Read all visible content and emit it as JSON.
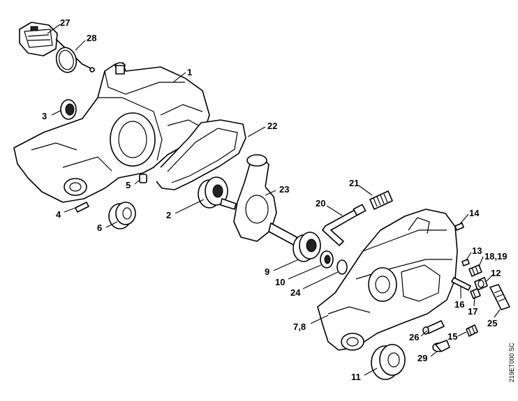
{
  "callouts": {
    "p1": "1",
    "p2": "2",
    "p3": "3",
    "p4": "4",
    "p5": "5",
    "p6": "6",
    "p7_8": "7,8",
    "p9": "9",
    "p10": "10",
    "p11": "11",
    "p12": "12",
    "p13": "13",
    "p14": "14",
    "p15": "15",
    "p16": "16",
    "p17": "17",
    "p18_19": "18,19",
    "p20": "20",
    "p21": "21",
    "p22": "22",
    "p23": "23",
    "p24": "24",
    "p25": "25",
    "p26": "26",
    "p27": "27",
    "p28": "28",
    "p29": "29"
  },
  "drawing_code": "219ET000 SC"
}
